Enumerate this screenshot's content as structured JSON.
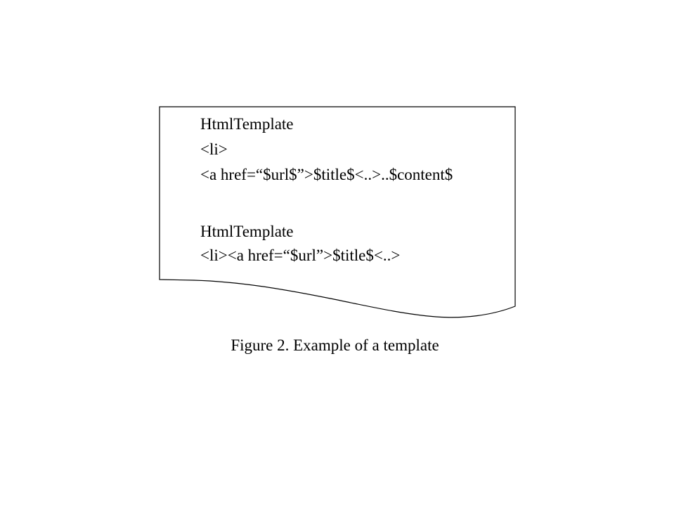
{
  "colors": {
    "ink": "#000000",
    "background": "#ffffff"
  },
  "figure": {
    "box": {
      "block1": {
        "line1": "HtmlTemplate",
        "line2": "<li>",
        "line3": "<a href=“$url$”>$title$<..>..$content$"
      },
      "block2": {
        "line1": "HtmlTemplate",
        "line2": "<li><a href=“$url”>$title$<..>"
      }
    },
    "caption": "Figure 2. Example of a template"
  }
}
